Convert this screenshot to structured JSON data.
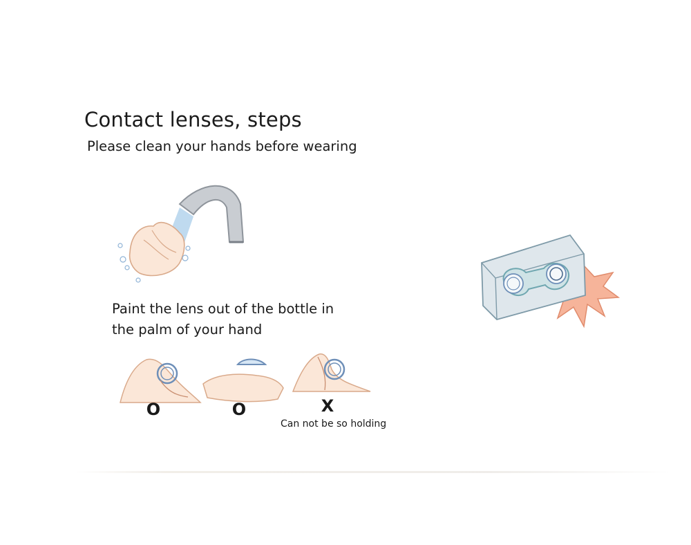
{
  "page": {
    "title": "Contact lenses, steps",
    "step1_text": "Please clean your hands before wearing",
    "step2_line1": "Paint the lens out of the bottle in",
    "step2_line2": "the palm of your hand"
  },
  "hand_examples": [
    {
      "mark": "O"
    },
    {
      "mark": "O"
    },
    {
      "mark": "X"
    }
  ],
  "caption": "Can not be so holding",
  "illustrations": {
    "faucet": "faucet-washing-hands-illustration",
    "lens_case": "open-lens-case-illustration"
  },
  "colors": {
    "outline_blue": "#6e8fb8",
    "skin": "#fbe7d8",
    "skin_line": "#d9a98a",
    "lens_case": "#dfe7ec",
    "burst": "#f2a98a"
  }
}
